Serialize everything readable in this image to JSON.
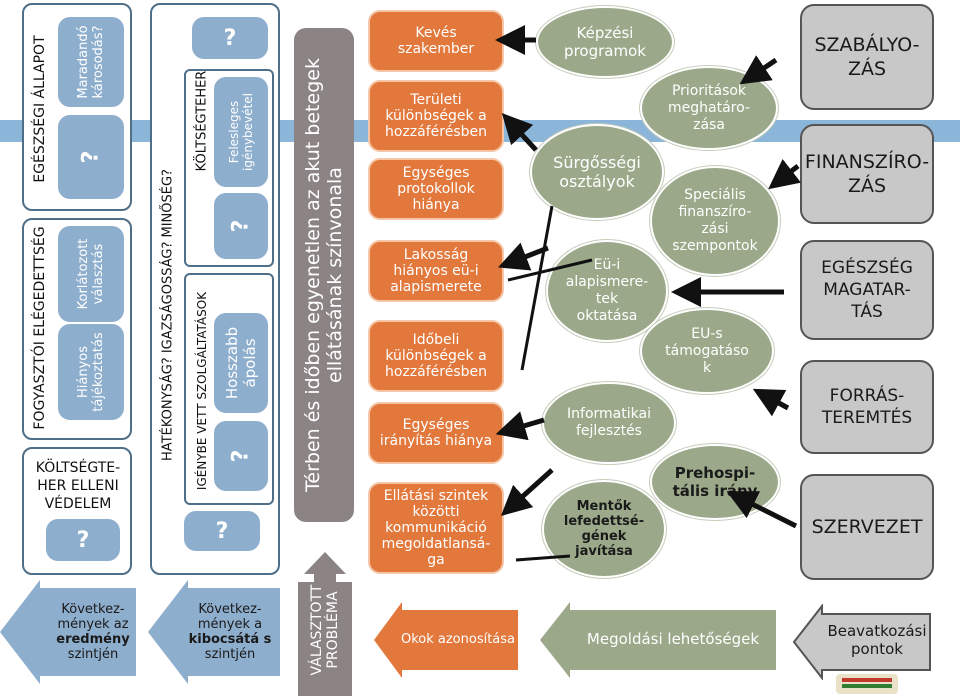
{
  "col1": {
    "top_title": "EGÉSZSÉGI ÁLLAPOT",
    "top_box1": "Maradandó károsodás?",
    "top_box2": "?",
    "mid_title": "FOGYASZTÓI ELÉGEDETTSÉG",
    "mid_box1": "Korlátozott választás",
    "mid_box2": "Hiányos tájékoztatás",
    "bottom_title": "KÖLTSÉGTE-HER ELLENI VÉDELEM",
    "bottom_box": "?"
  },
  "col2": {
    "outer_title": "HATÉKONYSÁG? IGAZSÁGOSSÁG? MINŐSÉG?",
    "top_q": "?",
    "costs_title": "KÖLTSÉGTEHER",
    "costs_box1": "Felesleges igénybevétel",
    "costs_box2": "?",
    "services_title": "IGÉNYBE VETT SZOLGÁLTATÁSOK",
    "services_box1": "Hosszabb ápolás",
    "services_box2": "?",
    "bottom_q": "?"
  },
  "chosen_problem": {
    "text": "Térben és időben egyenetlen az akut betegek ellátásának színvonala",
    "arrow_label": "VÁLASZTOTT PROBLÉMA"
  },
  "causes": [
    "Kevés szakember",
    "Területi különbségek a hozzáférésben",
    "Egységes protokollok hiánya",
    "Lakosság hiányos eü-i alapismerete",
    "Időbeli különbségek a hozzáférésben",
    "Egységes irányítás hiánya",
    "Ellátási szintek közötti kommunikáció megoldatlansá-ga"
  ],
  "solutions": [
    {
      "text": "Képzési programok",
      "bold": false
    },
    {
      "text": "Sürgősségi osztályok",
      "bold": false
    },
    {
      "text": "Eü-i alapismere-tek oktatása",
      "bold": false
    },
    {
      "text": "Informatikai fejlesztés",
      "bold": false
    },
    {
      "text": "Mentők lefedettsé-gének javítása",
      "bold": true
    },
    {
      "text": "Prioritások meghatáro-zása",
      "bold": false
    },
    {
      "text": "Speciális finanszíro-zási szempontok",
      "bold": false
    },
    {
      "text": "EU-s támogatáso k",
      "bold": false
    },
    {
      "text": "Prehospi-tális irány",
      "bold": true
    }
  ],
  "levers": [
    "SZABÁLYO-ZÁS",
    "FINANSZÍRO-ZÁS",
    "EGÉSZSÉG MAGATAR-TÁS",
    "FORRÁS-TEREMTÉS",
    "SZERVEZET"
  ],
  "bottom": {
    "consequences_outcome_pre": "Következ-mények az",
    "consequences_outcome_bold": "eredmény",
    "consequences_outcome_post": "szintjén",
    "consequences_output_pre": "Következ-mények a",
    "consequences_output_bold": "kibocsátá s",
    "consequences_output_post": "szintjén",
    "causes_label": "Okok azonosítása",
    "solutions_label": "Megoldási lehetőségek",
    "levers_label": "Beavatkozási pontok"
  },
  "colors": {
    "band": "#8cb6d9",
    "blue_box": "#8eaecd",
    "orange": "#e2783c",
    "olive": "#9ba98a",
    "grey": "#c8c8c8",
    "chosen_problem": "#8c8484"
  }
}
